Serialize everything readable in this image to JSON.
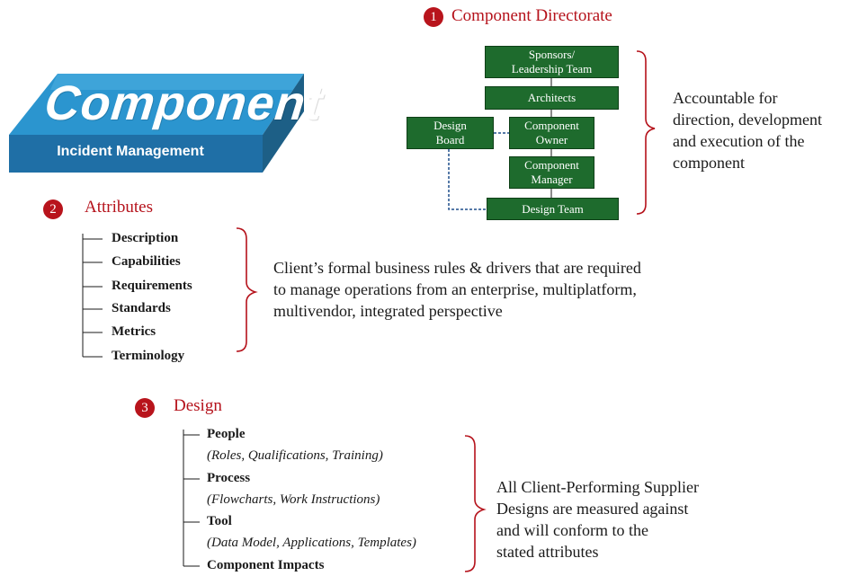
{
  "block": {
    "title": "Component",
    "subtitle": "Incident Management"
  },
  "directorate": {
    "number": "1",
    "title": "Component Directorate",
    "boxes": {
      "sponsors": [
        "Sponsors/",
        "Leadership Team"
      ],
      "architects": "Architects",
      "design_board": [
        "Design",
        "Board"
      ],
      "component_owner": [
        "Component",
        "Owner"
      ],
      "component_manager": [
        "Component",
        "Manager"
      ],
      "design_team": "Design Team"
    },
    "description": [
      "Accountable for",
      "direction, development",
      "and execution of the",
      "component"
    ]
  },
  "attributes": {
    "number": "2",
    "title": "Attributes",
    "items": [
      "Description",
      "Capabilities",
      "Requirements",
      "Standards",
      "Metrics",
      "Terminology"
    ],
    "description": [
      "Client’s formal business rules & drivers that are required",
      "to manage operations from an enterprise, multiplatform,",
      "multivendor, integrated perspective"
    ]
  },
  "design": {
    "number": "3",
    "title": "Design",
    "items": [
      {
        "name": "People",
        "detail": "(Roles, Qualifications, Training)"
      },
      {
        "name": "Process",
        "detail": "(Flowcharts, Work Instructions)"
      },
      {
        "name": "Tool",
        "detail": "(Data Model, Applications, Templates)"
      },
      {
        "name": "Component Impacts",
        "detail": ""
      }
    ],
    "description": [
      "All Client-Performing Supplier",
      "Designs are measured against",
      "and will conform to the",
      "stated attributes"
    ]
  },
  "colors": {
    "accent_red": "#b5121b",
    "box_green": "#1e6b2d",
    "block_blue": "#2b95cf",
    "block_side": "#1d5f86",
    "connector_blue": "#1f4e8c"
  }
}
